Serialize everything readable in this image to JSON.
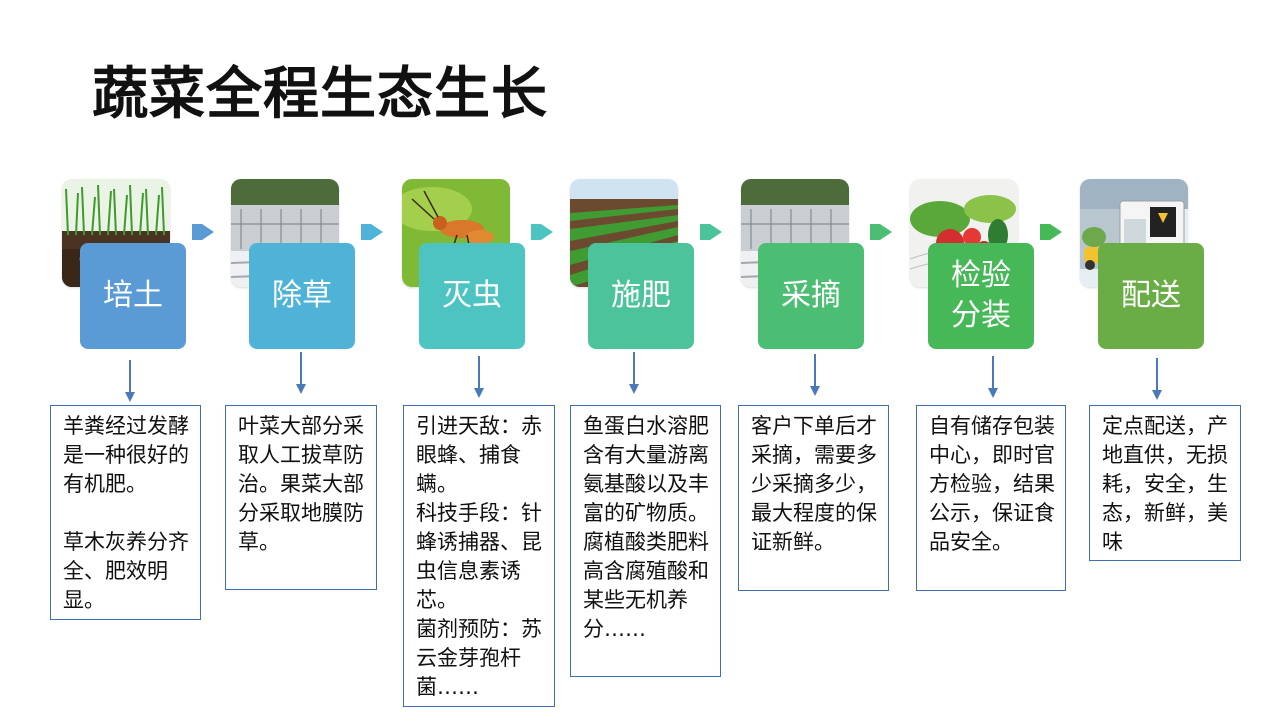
{
  "title": "蔬菜全程生态生长",
  "steps": [
    {
      "label": "培土",
      "color": "#5b9bd5",
      "icon": "soil-grass-photo",
      "desc": "羊粪经过发酵是一种很好的有机肥。\n\n草木灰养分齐全、肥效明显。"
    },
    {
      "label": "除草",
      "color": "#4fb3d8",
      "icon": "greenhouse-field-photo",
      "desc": "叶菜大部分采取人工拔草防治。果菜大部分采取地膜防草。"
    },
    {
      "label": "灭虫",
      "color": "#4dc4c2",
      "icon": "parasitic-wasp-photo",
      "desc": "引进天敌：赤眼蜂、捕食螨。\n科技手段：针蜂诱捕器、昆虫信息素诱芯。\n菌剂预防：苏云金芽孢杆菌……"
    },
    {
      "label": "施肥",
      "color": "#4cc39a",
      "icon": "vegetable-rows-photo",
      "desc": "鱼蛋白水溶肥含有大量游离氨基酸以及丰富的矿物质。腐植酸类肥料高含腐殖酸和某些无机养分……"
    },
    {
      "label": "采摘",
      "color": "#4cbe73",
      "icon": "greenhouse-field-photo",
      "desc": "客户下单后才采摘，需要多少采摘多少，最大程度的保证新鲜。"
    },
    {
      "label": "检验分装",
      "color": "#47b857",
      "icon": "vegetable-basket-photo",
      "desc": "自有储存包装中心，即时官方检验，结果公示，保证食品安全。"
    },
    {
      "label": "配送",
      "color": "#6aad46",
      "icon": "delivery-vehicle-photo",
      "desc": "定点配送，产地直供，无损耗，安全，生态，新鲜，美味"
    }
  ]
}
